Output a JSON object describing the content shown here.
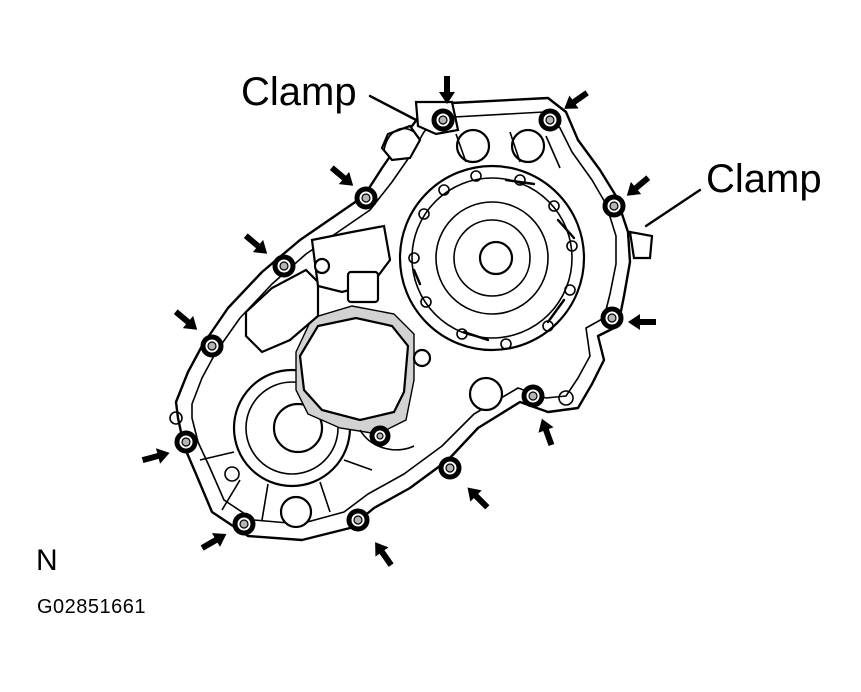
{
  "labels": {
    "clamp_left": "Clamp",
    "clamp_right": "Clamp",
    "view_letter": "N",
    "figure_code": "G02851661"
  },
  "colors": {
    "line": "#000000",
    "background": "#ffffff",
    "shade": "#d2d2d2"
  },
  "callout_counts": {
    "bolts": 13,
    "clamps": 2
  }
}
